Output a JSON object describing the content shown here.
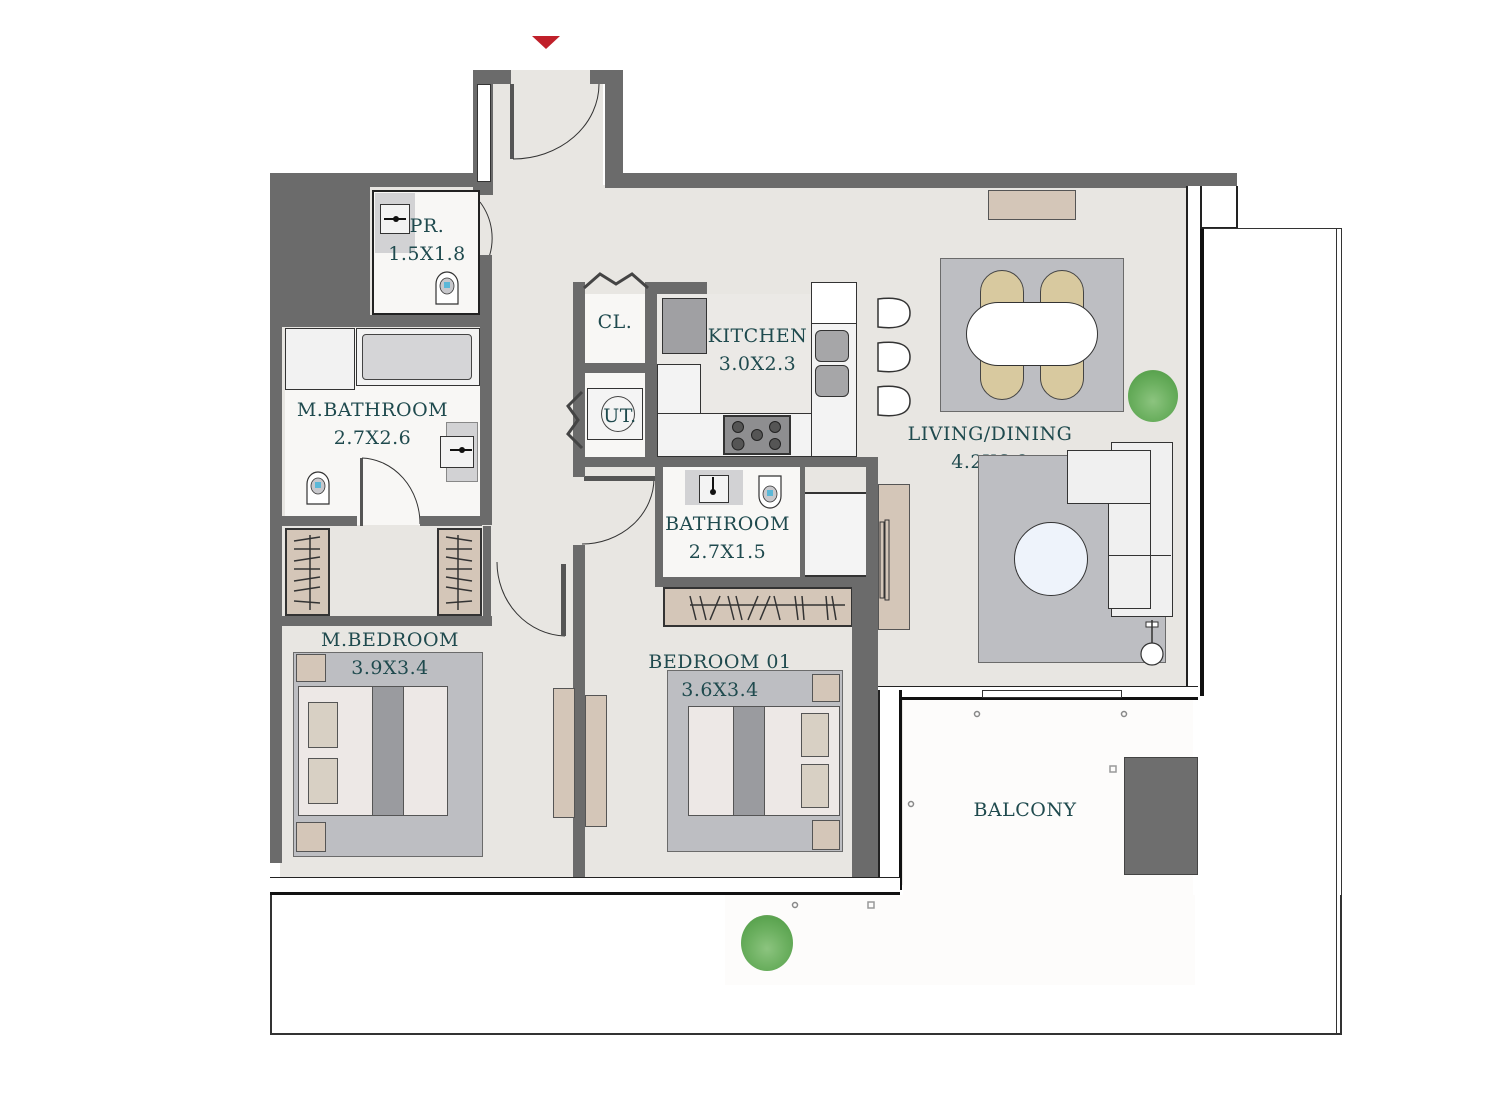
{
  "plan": {
    "entry_marker": "entrance-arrow",
    "colors": {
      "wall": "#6b6b6b",
      "floor": "#e8e6e2",
      "wet_floor": "#f8f7f5",
      "label_text": "#1f4a4e",
      "rug": "#bdbec2",
      "wood": "#d4c6b8",
      "entry_arrow": "#c0202a",
      "plant": "#6cb060"
    },
    "rooms": [
      {
        "id": "powder-room",
        "name": "PR.",
        "size": "1.5X1.8"
      },
      {
        "id": "master-bathroom",
        "name": "M.BATHROOM",
        "size": "2.7X2.6"
      },
      {
        "id": "closet",
        "name": "CL.",
        "size": ""
      },
      {
        "id": "utility",
        "name": "UT.",
        "size": ""
      },
      {
        "id": "kitchen",
        "name": "KITCHEN",
        "size": "3.0X2.3"
      },
      {
        "id": "living-dining",
        "name": "LIVING/DINING",
        "size": "4.2X6.8"
      },
      {
        "id": "bathroom",
        "name": "BATHROOM",
        "size": "2.7X1.5"
      },
      {
        "id": "master-bedroom",
        "name": "M.BEDROOM",
        "size": "3.9X3.4"
      },
      {
        "id": "bedroom-01",
        "name": "BEDROOM 01",
        "size": "3.6X3.4"
      },
      {
        "id": "balcony",
        "name": "BALCONY",
        "size": ""
      }
    ]
  }
}
